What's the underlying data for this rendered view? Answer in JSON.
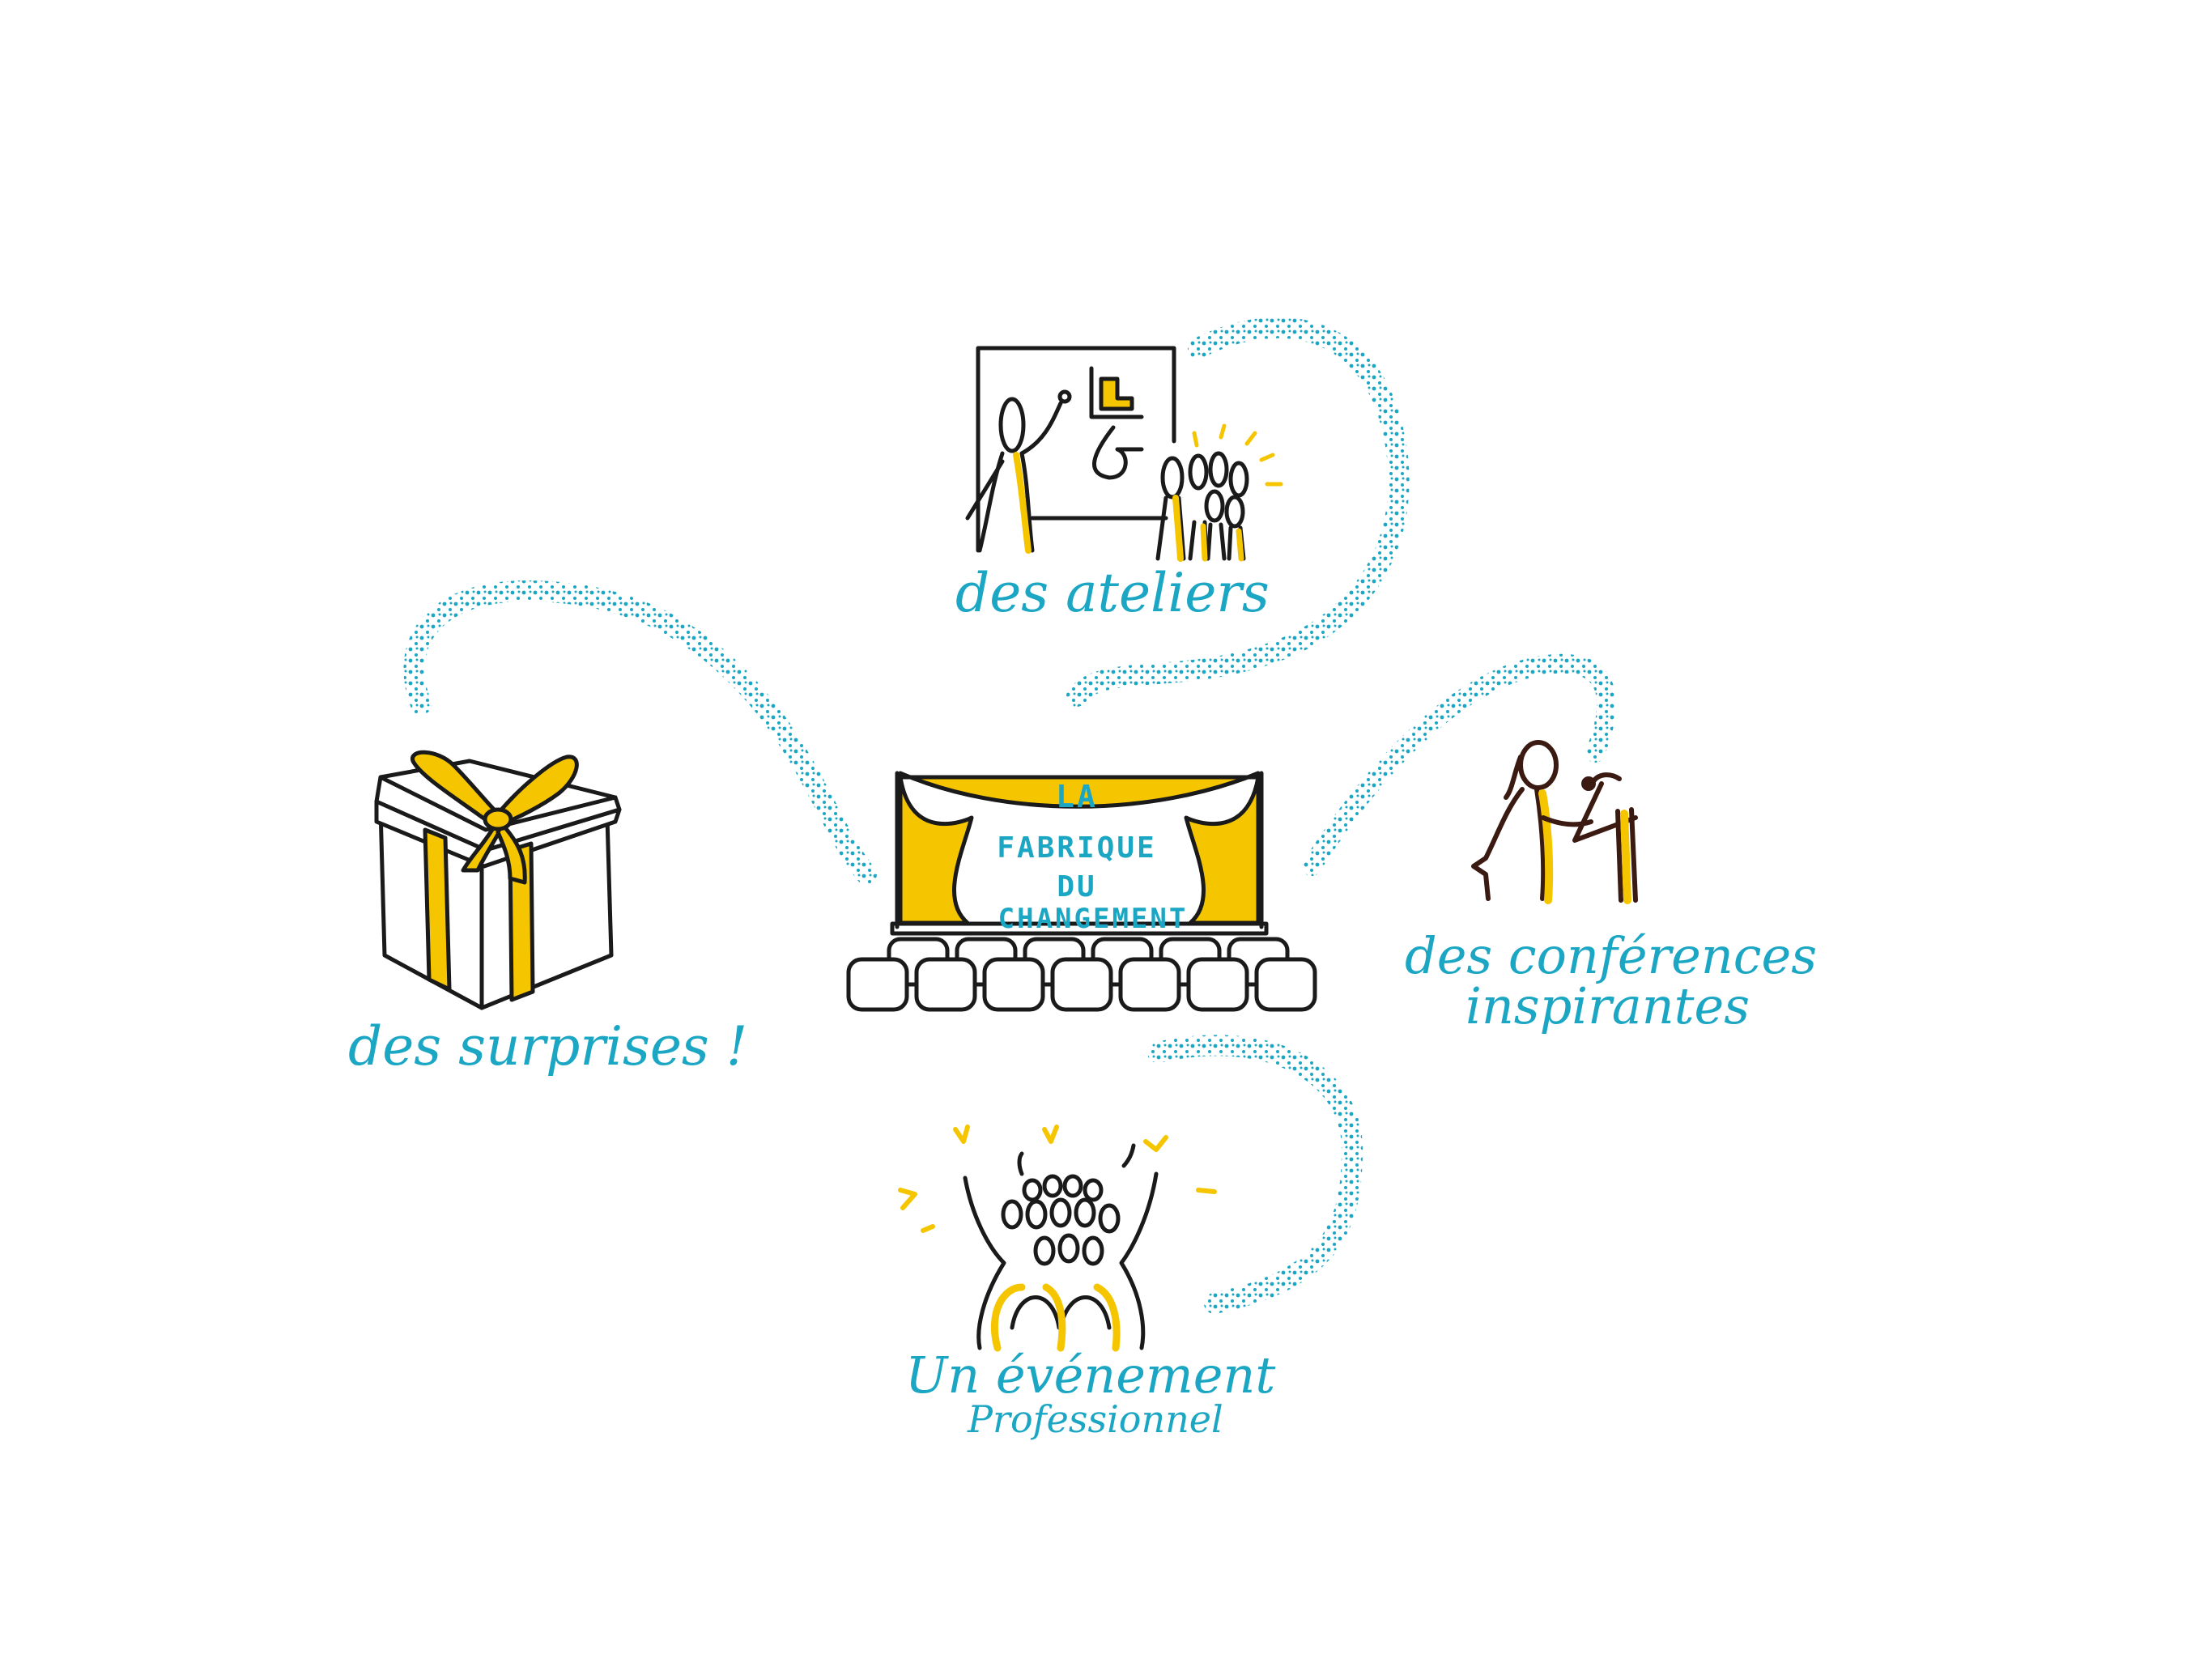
{
  "stage": {
    "line1": "LA",
    "line2": "FABRIQUE",
    "line3": "DU",
    "line4": "CHANGEMENT"
  },
  "labels": {
    "ateliers": "des ateliers",
    "surprises": "des surprises !",
    "conferences_line1": "des conférences",
    "conferences_line2": "inspirantes",
    "evenement_line1": "Un événement",
    "evenement_line2": "Professionnel"
  },
  "colors": {
    "accent": "#1ba6c4",
    "yellow": "#f5c600",
    "ink": "#1a1a1a",
    "brown": "#3b1a12"
  },
  "icons": {
    "center": "theater-stage-icon",
    "top": "workshop-board-icon",
    "left": "gift-box-icon",
    "right": "speaker-podium-icon",
    "bottom": "cheering-crowd-icon"
  }
}
